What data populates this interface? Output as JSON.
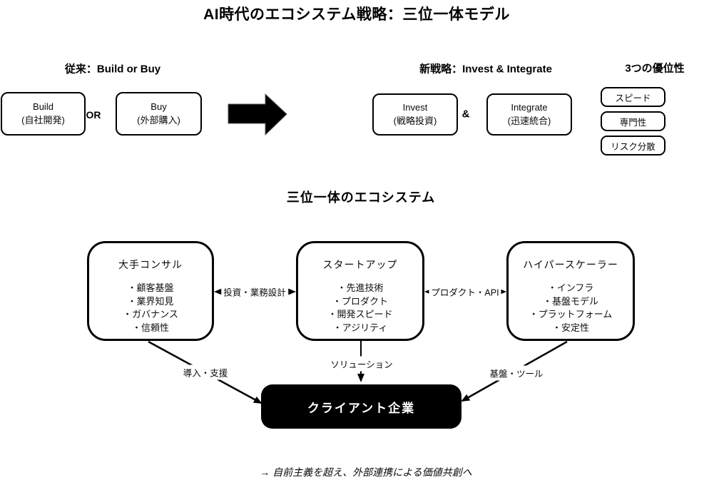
{
  "title": "AI時代のエコシステム戦略：三位一体モデル",
  "legacy": {
    "heading": "従来：Build or Buy",
    "build_name": "Build",
    "build_sub": "(自社開発)",
    "or_label": "OR",
    "buy_name": "Buy",
    "buy_sub": "(外部購入)"
  },
  "strategy": {
    "heading": "新戦略：Invest & Integrate",
    "invest_name": "Invest",
    "invest_sub": "(戦略投資)",
    "amp_label": "&",
    "integrate_name": "Integrate",
    "integrate_sub": "(迅速統合)"
  },
  "advantages": {
    "heading": "3つの優位性",
    "items": [
      "スピード",
      "専門性",
      "リスク分散"
    ]
  },
  "ecosystem": {
    "heading": "三位一体のエコシステム",
    "nodes": [
      {
        "title": "大手コンサル",
        "bullets": [
          "・顧客基盤",
          "・業界知見",
          "・ガバナンス",
          "・信頼性"
        ]
      },
      {
        "title": "スタートアップ",
        "bullets": [
          "・先進技術",
          "・プロダクト",
          "・開発スピード",
          "・アジリティ"
        ]
      },
      {
        "title": "ハイパースケーラー",
        "bullets": [
          "・インフラ",
          "・基盤モデル",
          "・プラットフォーム",
          "・安定性"
        ]
      }
    ],
    "links": {
      "invest_design": "投資・業務設計",
      "product_api": "プロダクト・API",
      "deploy_support": "導入・支援",
      "solution": "ソリューション",
      "platform_tools": "基盤・ツール"
    },
    "client_label": "クライアント企業"
  },
  "footer": "→ 自前主義を超え、外部連携による価値共創へ",
  "colors": {
    "ink": "#000000",
    "client_bg": "#000000",
    "client_text": "#ffffff"
  }
}
